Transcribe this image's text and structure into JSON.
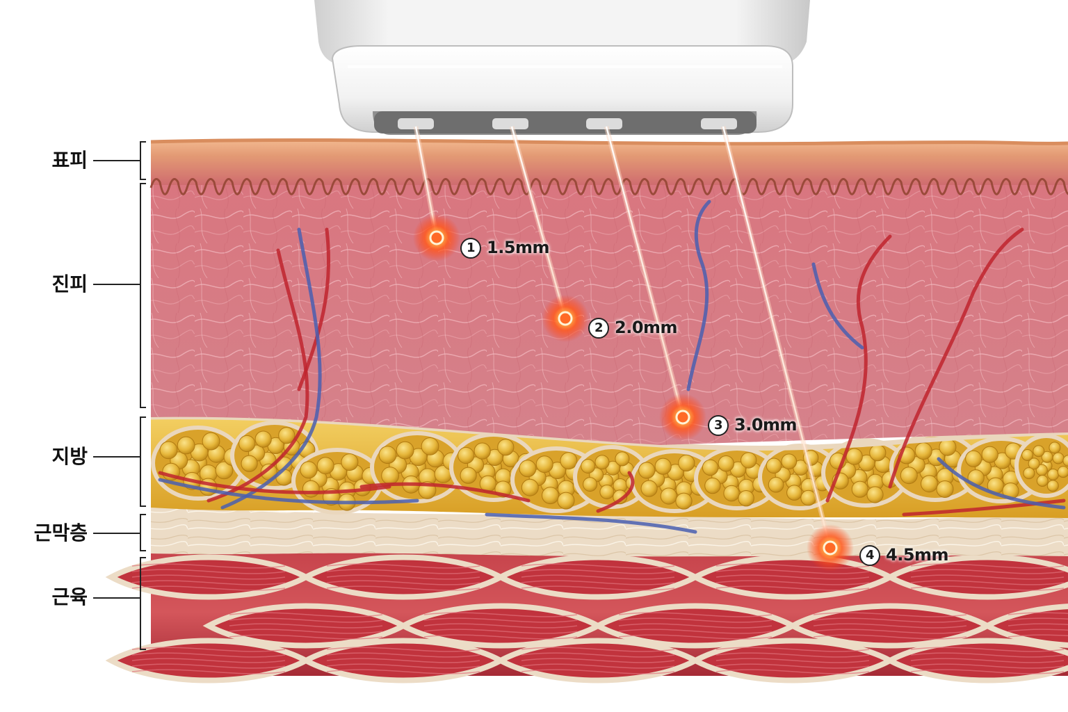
{
  "layers": [
    {
      "id": "epidermis",
      "label": "표피"
    },
    {
      "id": "dermis",
      "label": "진피"
    },
    {
      "id": "fat",
      "label": "지방"
    },
    {
      "id": "fascia",
      "label": "근막층"
    },
    {
      "id": "muscle",
      "label": "근육"
    }
  ],
  "focal_points": [
    {
      "number": "1",
      "depth": "1.5mm"
    },
    {
      "number": "2",
      "depth": "2.0mm"
    },
    {
      "number": "3",
      "depth": "3.0mm"
    },
    {
      "number": "4",
      "depth": "4.5mm"
    }
  ],
  "colors": {
    "epidermis": "#e8a07a",
    "dermis": "#d57a86",
    "fat": "#e6b63a",
    "fascia": "#ecdcc6",
    "muscle": "#b8343e",
    "artery": "#c0242e",
    "vein": "#4a5fb0",
    "focal_glow": "#ff5a1f",
    "device": "#eeeeee"
  },
  "icons": {
    "device": "ultrasound-transducer-head",
    "focal": "glowing-focal-point"
  }
}
